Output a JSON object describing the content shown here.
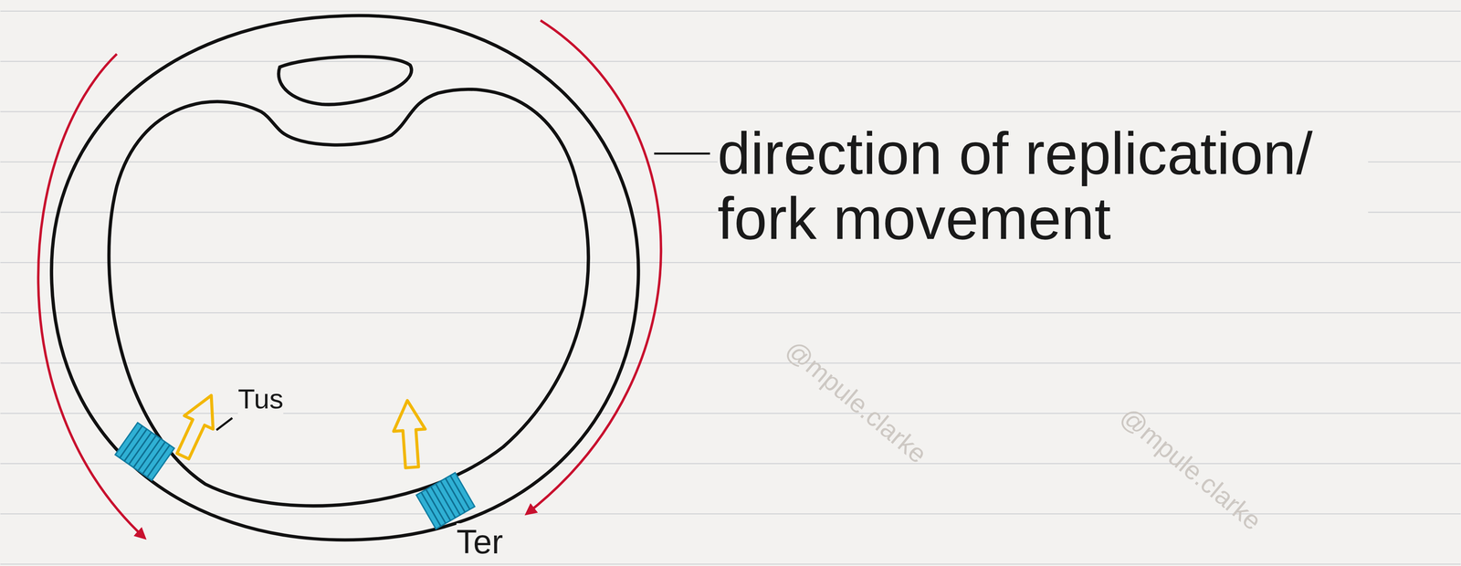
{
  "diagram": {
    "labels": [
      "direction of replication/ fork movement",
      "Tus",
      "Ter",
      "@mpule.clarke",
      "@mpule.clarke"
    ]
  }
}
